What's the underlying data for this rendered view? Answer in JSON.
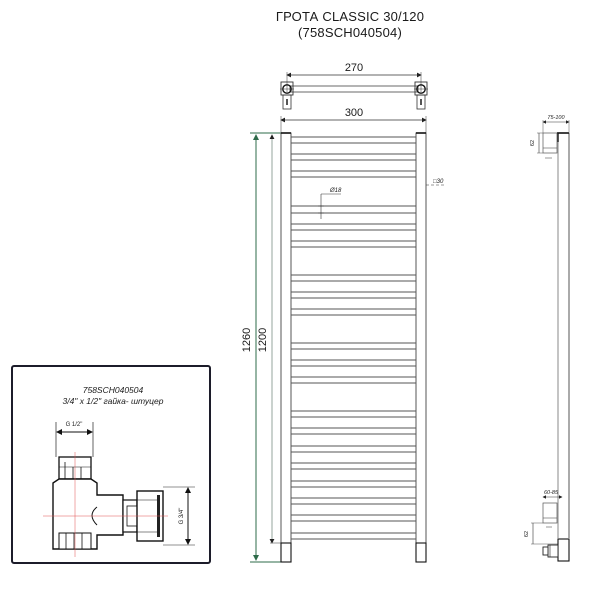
{
  "title": {
    "line1": "ГРОТА CLASSIC 30/120",
    "line2": "(758SCH040504)"
  },
  "front_view": {
    "bracket_spacing": "270",
    "width": "300",
    "height_total": "1260",
    "height_frame": "1200",
    "bar_diameter": "Ø18",
    "tube_section": "□30",
    "bar_groups": [
      [
        137,
        143,
        154,
        160,
        171,
        177
      ],
      [
        206,
        213,
        224,
        230,
        241,
        247
      ],
      [
        275,
        281,
        292,
        298,
        309,
        315
      ],
      [
        343,
        349,
        360,
        366,
        377,
        383
      ],
      [
        411,
        417,
        428,
        434,
        446,
        452,
        463,
        469,
        481,
        487,
        498,
        504,
        515,
        521,
        533,
        539
      ]
    ]
  },
  "side_view": {
    "top_offset": "75-100",
    "top_bracket_height": "62",
    "bottom_offset": "60-85",
    "bottom_bracket_height": "62"
  },
  "inset": {
    "code": "758SCH040504",
    "description": "3/4\" x 1/2\" гайка- штуцер",
    "thread_top": "G 1/2\"",
    "thread_side": "G 3/4\""
  },
  "colors": {
    "line": "#333333",
    "dimension_green": "#2e6b4a",
    "centerline_red": "#e05050",
    "inset_border": "#1c1c2a"
  }
}
